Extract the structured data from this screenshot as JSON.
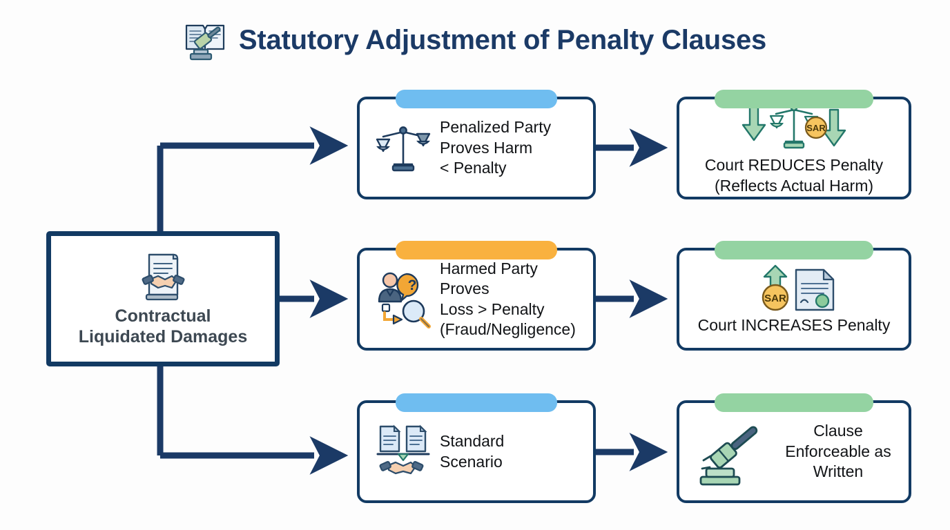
{
  "page": {
    "title": "Statutory Adjustment of Penalty Clauses",
    "title_icon": "open-book-gavel-icon",
    "background_color": "#fdfdfd"
  },
  "colors": {
    "navy": "#123a63",
    "title_navy": "#1b3a66",
    "tab_blue": "#6fbdf0",
    "tab_orange": "#f9b13f",
    "tab_green": "#94d3a2",
    "body_text": "#111316",
    "root_text": "#3d4852",
    "coin_orange": "#f6b93f"
  },
  "root": {
    "label_line1": "Contractual",
    "label_line2": "Liquidated Damages",
    "icon": "contract-handshake-icon"
  },
  "flows": [
    {
      "id": "reduce",
      "condition": {
        "tab_color": "#6fbdf0",
        "icon": "scales-of-justice-icon",
        "lines": [
          "Penalized Party",
          "Proves Harm",
          "< Penalty"
        ]
      },
      "outcome": {
        "tab_color": "#94d3a2",
        "icon": "scales-down-arrows-sar-icon",
        "coin_label": "SAR",
        "lines": [
          "Court REDUCES Penalty",
          "(Reflects Actual Harm)"
        ]
      }
    },
    {
      "id": "increase",
      "condition": {
        "tab_color": "#f9b13f",
        "icon": "person-question-magnifier-icon",
        "lines": [
          "Harmed Party Proves",
          "Loss > Penalty",
          "(Fraud/Negligence)"
        ]
      },
      "outcome": {
        "tab_color": "#94d3a2",
        "icon": "up-arrow-sar-sealed-document-icon",
        "coin_label": "SAR",
        "lines": [
          "Court INCREASES Penalty"
        ]
      }
    },
    {
      "id": "standard",
      "condition": {
        "tab_color": "#6fbdf0",
        "icon": "balanced-documents-handshake-icon",
        "lines": [
          "Standard",
          "Scenario"
        ]
      },
      "outcome": {
        "tab_color": "#94d3a2",
        "icon": "gavel-icon",
        "lines": [
          "Clause",
          "Enforceable as",
          "Written"
        ]
      }
    }
  ]
}
